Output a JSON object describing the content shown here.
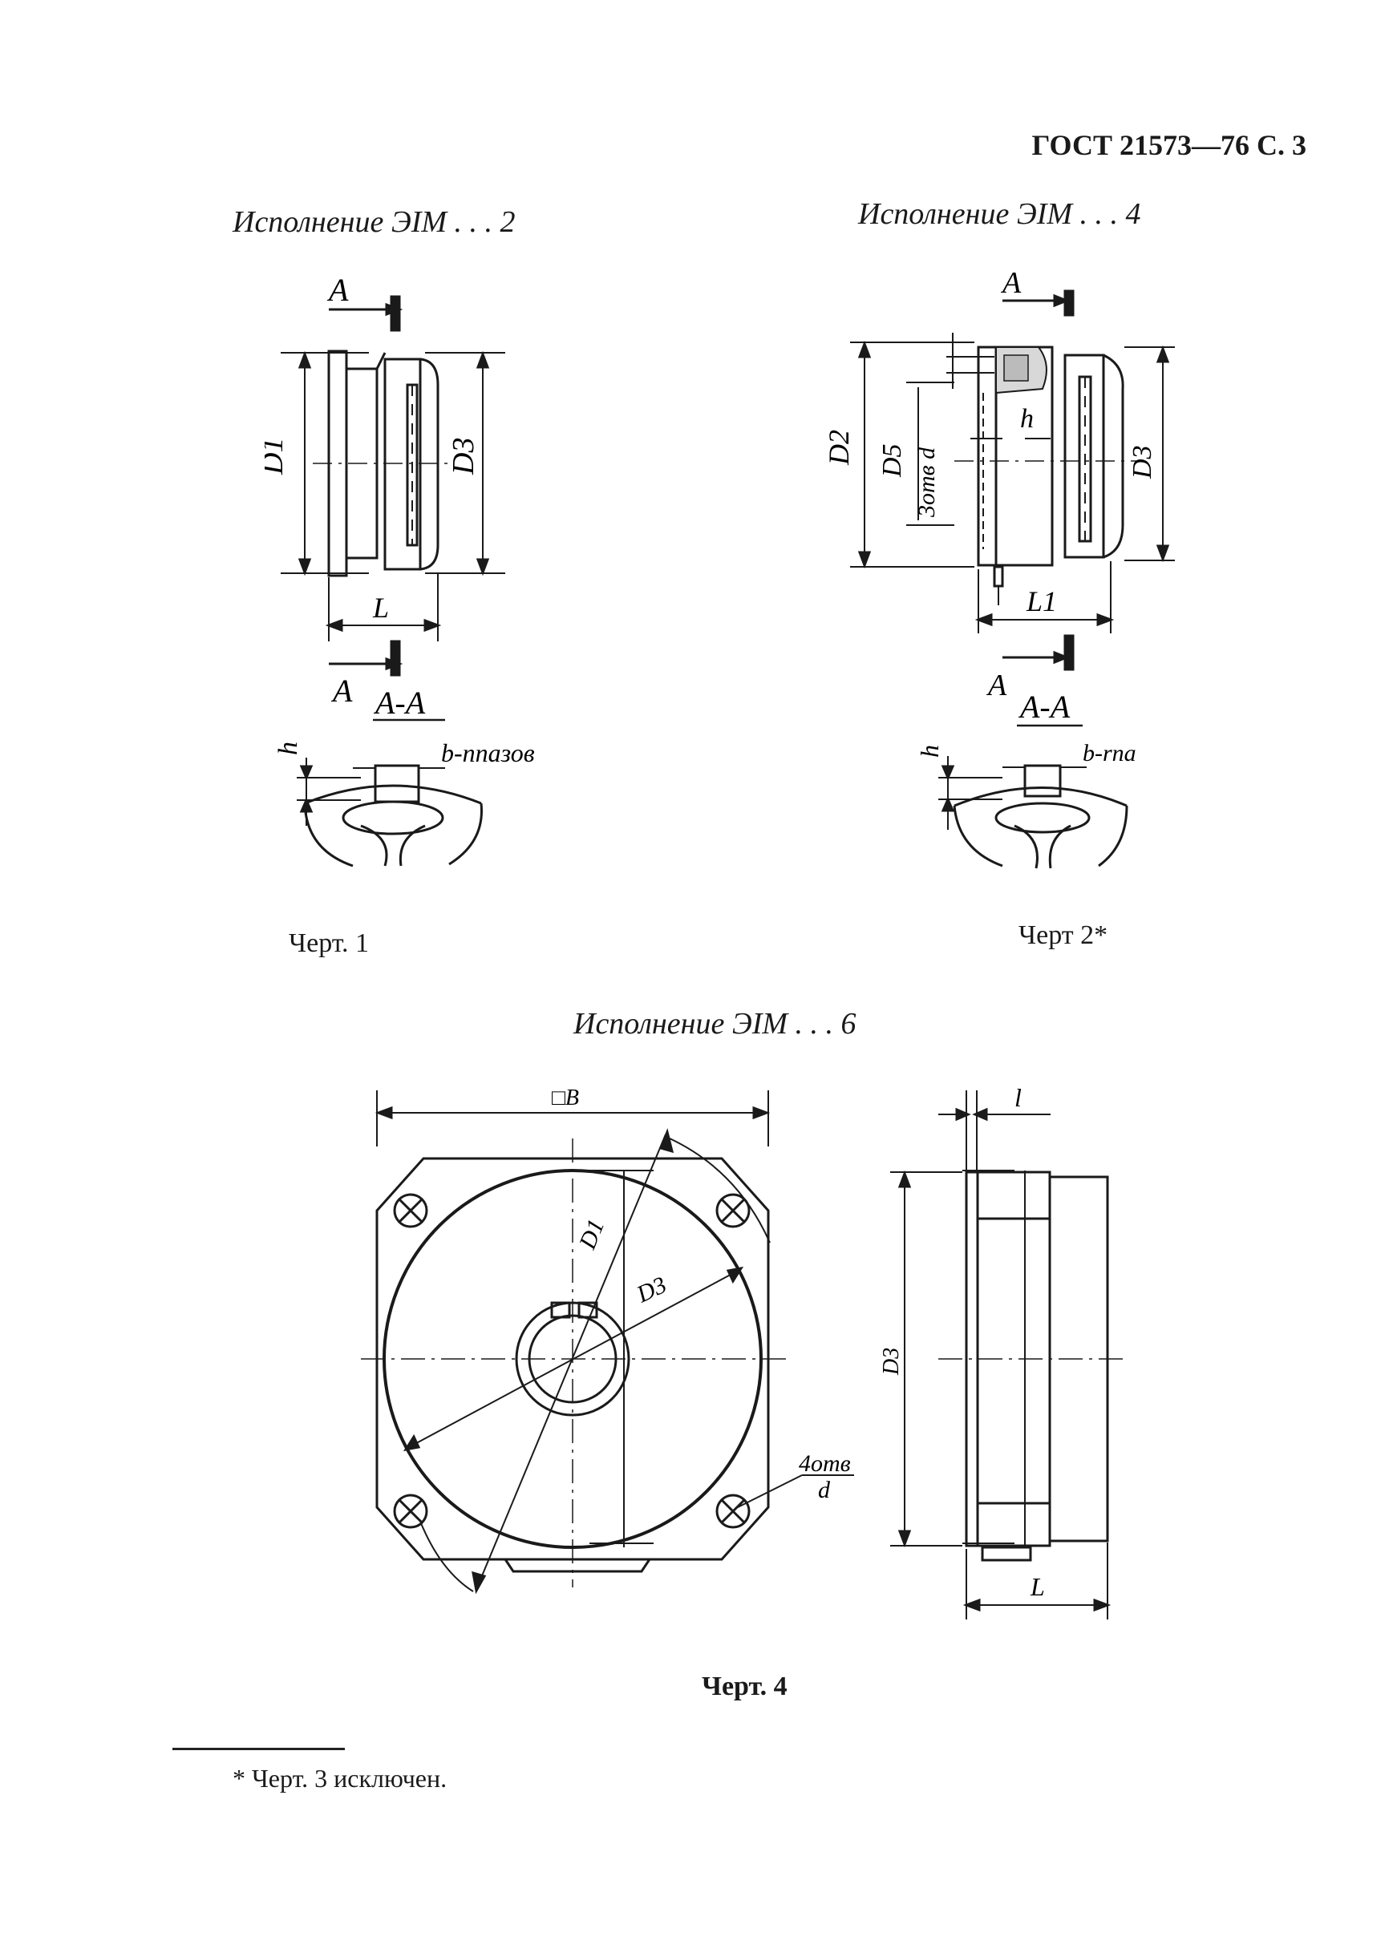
{
  "header": {
    "standard": "ГОСТ 21573—76 С. 3"
  },
  "drawing1": {
    "title": "Исполнение ЭIМ . . . 2",
    "caption": "Черт. 1",
    "labels": {
      "a_top": "A",
      "a_bottom": "A",
      "d1": "D1",
      "d3": "D3",
      "l": "L",
      "section": "A-A",
      "h": "h",
      "slots": "b-nпазов"
    }
  },
  "drawing2": {
    "title": "Исполнение ЭIМ . . . 4",
    "caption": "Черт 2*",
    "labels": {
      "a_top": "A",
      "a_bottom": "A",
      "d2": "D2",
      "d5": "D5",
      "holes": "3отв d",
      "h": "h",
      "d3": "D3",
      "l1": "L1",
      "section": "A-A",
      "h2": "h",
      "slots": "b-rпа"
    }
  },
  "drawing4": {
    "title": "Исполнение ЭIМ . . . 6",
    "caption": "Черт. 4",
    "labels": {
      "b": "□B",
      "d1": "D1",
      "d3": "D3",
      "holes": "4отв",
      "holes_d": "d",
      "l_small": "l",
      "d3_side": "D3",
      "l": "L"
    }
  },
  "footnote": {
    "text": "* Черт. 3 исключен."
  }
}
